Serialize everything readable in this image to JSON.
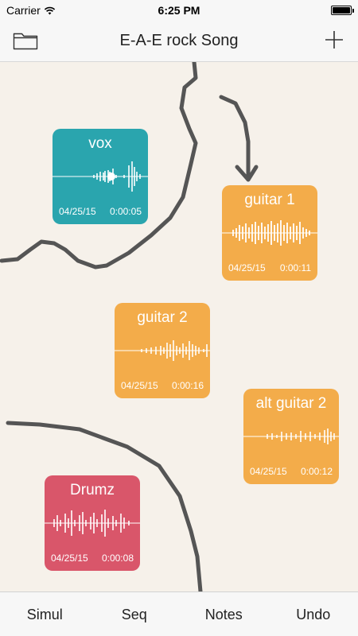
{
  "status": {
    "carrier": "Carrier",
    "time": "6:25 PM"
  },
  "header": {
    "title": "E-A-E rock Song",
    "left_icon": "folder-icon",
    "right_icon": "plus-icon"
  },
  "clips": [
    {
      "name": "vox",
      "date": "04/25/15",
      "duration": "0:00:05",
      "color": "#2aa5ae"
    },
    {
      "name": "guitar 1",
      "date": "04/25/15",
      "duration": "0:00:11",
      "color": "#f3ac4a"
    },
    {
      "name": "guitar 2",
      "date": "04/25/15",
      "duration": "0:00:16",
      "color": "#f3ac4a"
    },
    {
      "name": "alt guitar 2",
      "date": "04/25/15",
      "duration": "0:00:12",
      "color": "#f3ac4a"
    },
    {
      "name": "Drumz",
      "date": "04/25/15",
      "duration": "0:00:08",
      "color": "#d9566a"
    }
  ],
  "tabs": [
    {
      "label": "Simul"
    },
    {
      "label": "Seq"
    },
    {
      "label": "Notes"
    },
    {
      "label": "Undo"
    }
  ]
}
